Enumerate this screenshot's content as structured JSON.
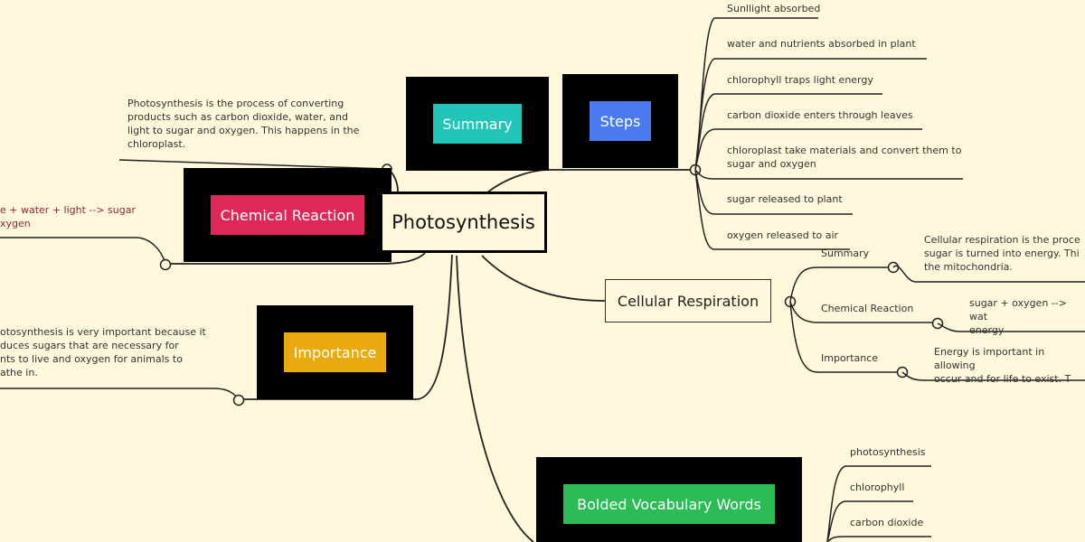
{
  "central_topic": "Photosynthesis",
  "summary": {
    "label": "Summary",
    "color": "#22c5b8",
    "text": "Photosynthesis is the process of converting products such as carbon dioxide, water, and light to sugar and oxygen. This happens in the chloroplast."
  },
  "steps": {
    "label": "Steps",
    "color": "#4a7cf0",
    "items": [
      "Sunllight absorbed",
      "water and nutrients absorbed in plant",
      "chlorophyll traps light energy",
      "carbon dioxide enters through leaves",
      "chloroplast take materials and convert them to sugar and oxygen",
      "sugar released to plant",
      "oxygen released to air"
    ]
  },
  "chemical_reaction": {
    "label": "Chemical Reaction",
    "color": "#e02858",
    "text": "e + water + light --> sugar\nxygen"
  },
  "importance": {
    "label": "Importance",
    "color": "#e8aa10",
    "text": "otosynthesis is very important because it\nduces sugars that are necessary for\nnts to live and oxygen for animals to\nathe in."
  },
  "cellular_respiration": {
    "label": "Cellular Respiration",
    "children": [
      {
        "label": "Summary",
        "text": "Cellular respiration is the proce\nsugar is turned into energy. Thi\nthe mitochondria."
      },
      {
        "label": "Chemical Reaction",
        "text": "sugar + oxygen --> wat\nenergy"
      },
      {
        "label": "Importance",
        "text": "Energy is important in allowing\noccur and for life to exist.  T"
      }
    ]
  },
  "vocabulary": {
    "label": "Bolded Vocabulary Words",
    "color": "#2dbb55",
    "items": [
      "photosynthesis",
      "chlorophyll",
      "carbon dioxide"
    ]
  }
}
